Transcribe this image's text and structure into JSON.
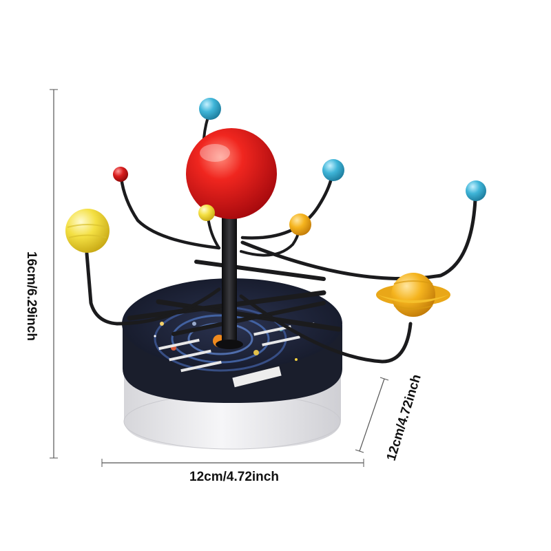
{
  "dimensions": {
    "height_label": "16cm/6.29inch",
    "width_label": "12cm/4.72inch",
    "depth_label": "12cm/4.72inch"
  },
  "colors": {
    "background": "#ffffff",
    "sun": "#e0161a",
    "rod": "#1b1b1d",
    "base_top": "#1d2235",
    "base_side": "#eeeef0",
    "cyan_planet": "#3fb5d8",
    "yellow_planet": "#f2df3a",
    "orange_planet": "#f5b41e",
    "red_planet": "#d81c1c",
    "dimension_line": "#555555"
  },
  "objects": [
    "sun-sphere-icon",
    "saturn-planet-icon",
    "planet-arm-rod-icon",
    "solar-system-base-icon"
  ]
}
